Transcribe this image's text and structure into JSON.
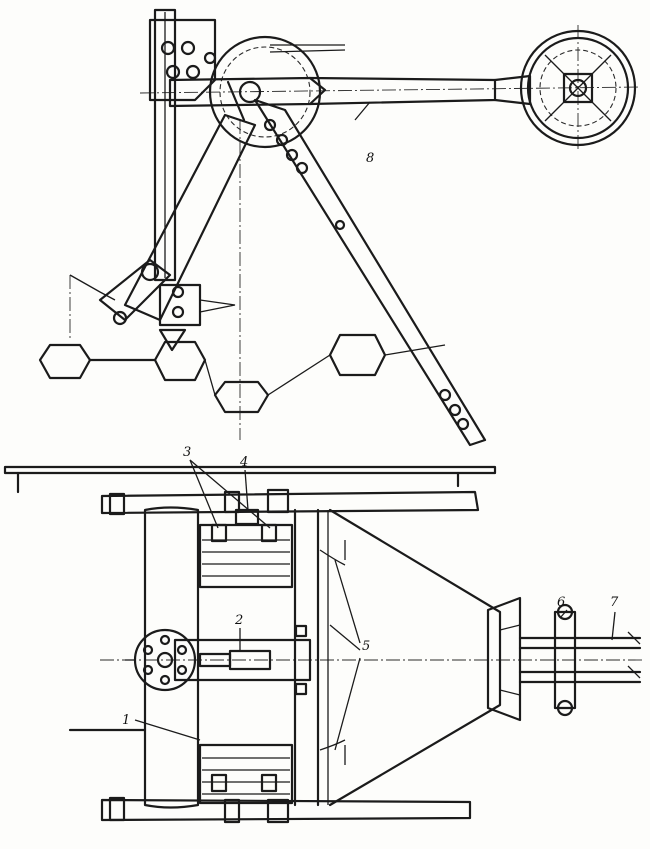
{
  "labels": {
    "l1": "1",
    "l2": "2",
    "l3": "3",
    "l4": "4",
    "l5": "5",
    "l6": "6",
    "l7": "7",
    "l8": "8"
  },
  "colors": {
    "ink": "#1b1b1b",
    "paper": "#fdfdfb"
  }
}
